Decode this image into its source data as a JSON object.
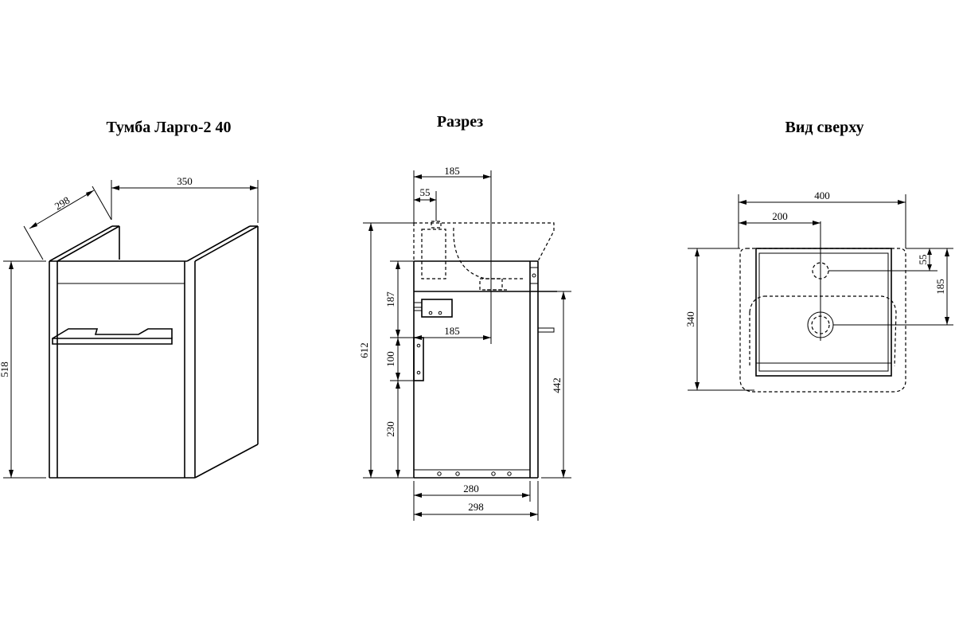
{
  "views": {
    "front": {
      "title": "Тумба Ларго-2  40",
      "dims": {
        "depth": "298",
        "width": "350",
        "height": "518"
      }
    },
    "section": {
      "title": "Разрез",
      "dims": {
        "top_width": "185",
        "offset": "55",
        "total_height": "612",
        "upper": "187",
        "inner_width": "185",
        "middle": "100",
        "lower": "230",
        "body_height": "442",
        "inner_depth": "280",
        "outer_depth": "298"
      }
    },
    "top": {
      "title": "Вид сверху",
      "dims": {
        "width": "400",
        "half_width": "200",
        "depth": "340",
        "hole_offset": "55",
        "drain_offset": "185"
      }
    }
  }
}
